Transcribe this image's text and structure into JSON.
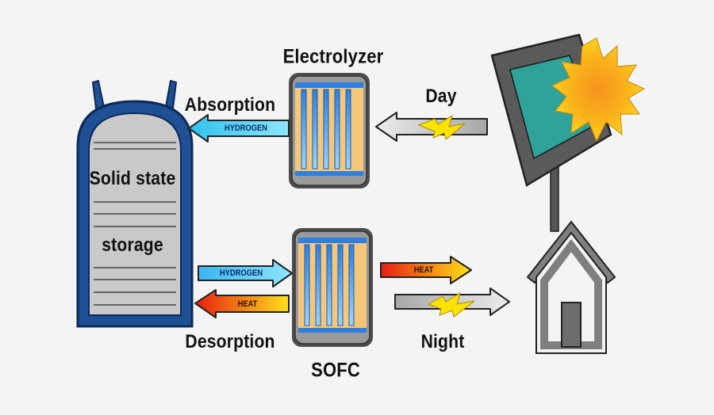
{
  "labels": {
    "electrolyzer": "Electrolyzer",
    "sofc": "SOFC",
    "absorption": "Absorption",
    "desorption": "Desorption",
    "day": "Day",
    "night": "Night",
    "storage_line1": "Solid state",
    "storage_line2": "storage"
  },
  "arrows": {
    "absorption_arrow": "HYDROGEN",
    "hydrogen_to_sofc": "HYDROGEN",
    "heat_to_storage": "HEAT",
    "heat_from_sofc": "HEAT"
  },
  "colors": {
    "tank_border": "#1f4f94",
    "tank_fill": "#c8c8c8",
    "cell_body": "#8e8e8e",
    "cell_stripe": "#f4c77a",
    "cell_slot": "#5aa8e8",
    "hydrogen_arrow": "#5bd4f5",
    "heat_arrow_start": "#e81e10",
    "heat_arrow_end": "#ffe21a",
    "lightning": "#ffe300",
    "panel_glass": "#2fa39a",
    "sun": "#f9b21a",
    "house": "#888888"
  },
  "icons": [
    "solar-panel-icon",
    "sun-icon",
    "house-icon",
    "lightning-icon"
  ]
}
